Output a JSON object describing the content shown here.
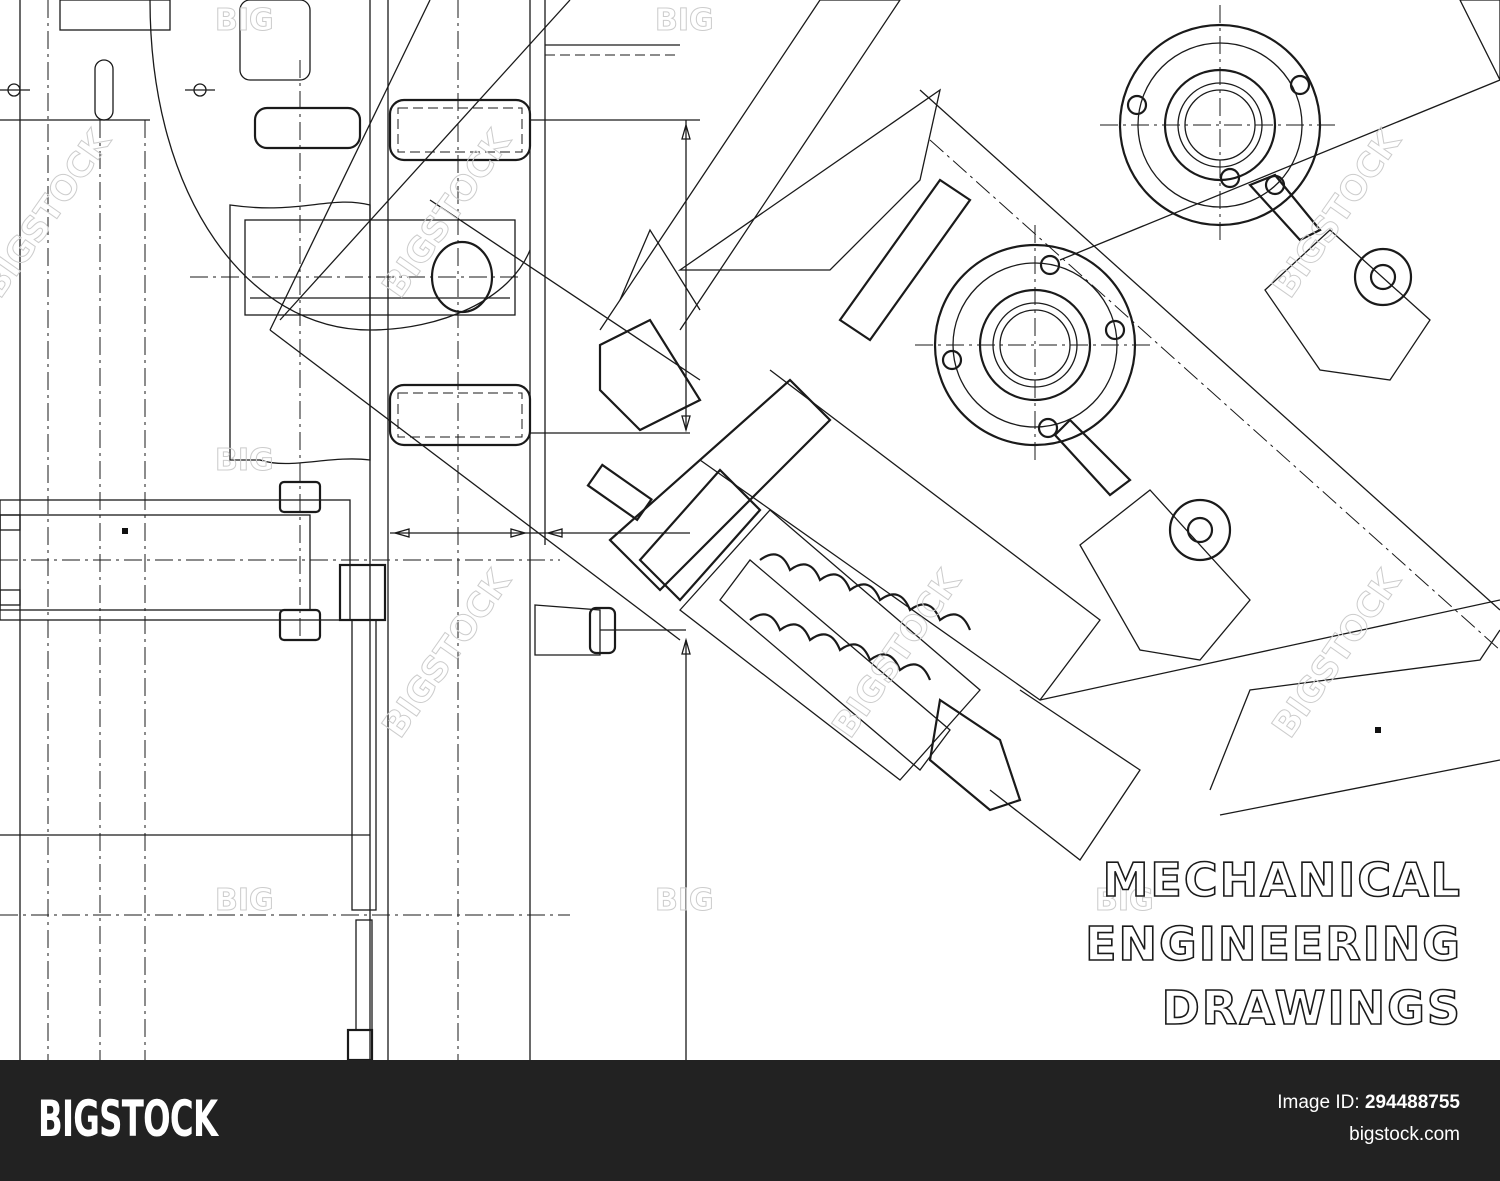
{
  "drawing": {
    "title_lines": [
      "MECHANICAL",
      "ENGINEERING",
      "DRAWINGS"
    ],
    "watermark_small": "BIG",
    "watermark_large": "BIGSTOCK"
  },
  "footer": {
    "logo": "BIGSTOCK",
    "image_id_label": "Image ID:",
    "image_id": "294488755",
    "site": "bigstock.com",
    "background": "#222222"
  }
}
